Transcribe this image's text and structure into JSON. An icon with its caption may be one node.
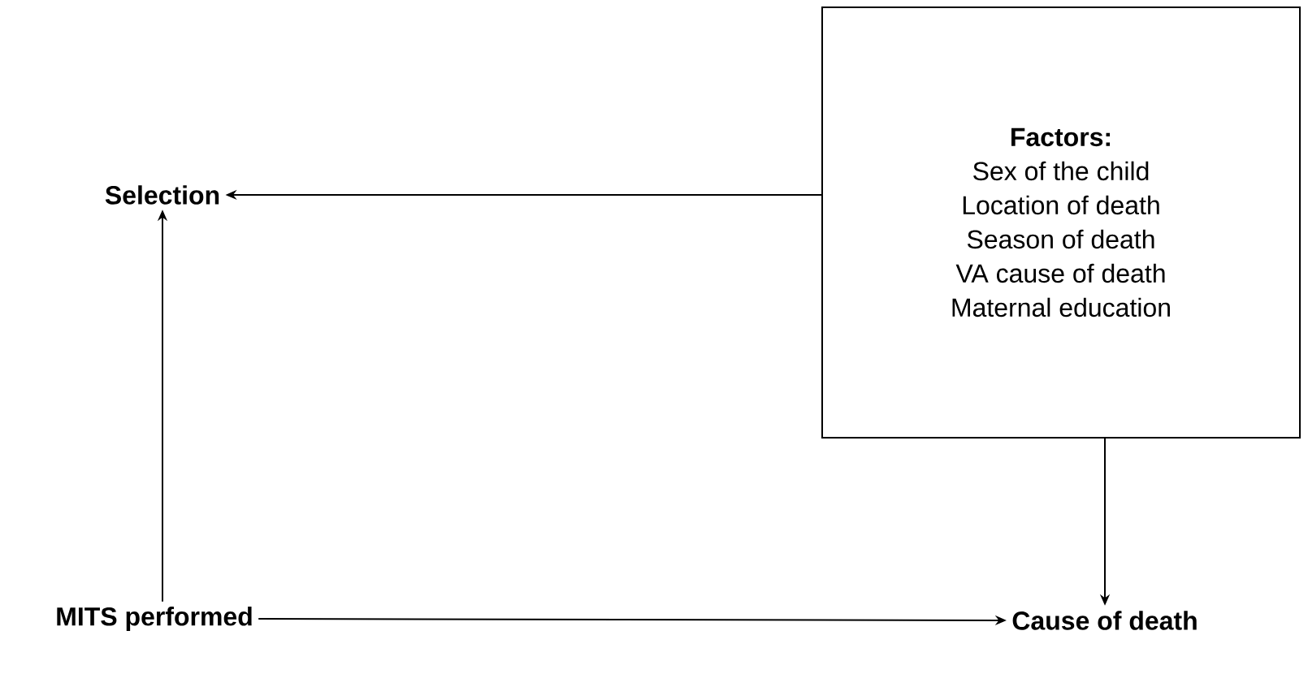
{
  "diagram": {
    "nodes": [
      {
        "text": [
          "Selection"
        ]
      },
      {
        "text": [
          "Factors:",
          "Sex of the child",
          "Location of death",
          "Season of death",
          "VA cause of death",
          "Maternal education"
        ]
      },
      {
        "text": [
          "MITS performed"
        ]
      },
      {
        "text": [
          "Cause of death"
        ]
      }
    ],
    "edges": [
      {
        "from": 1,
        "to": 0,
        "arrow": "to"
      },
      {
        "from": 2,
        "to": 0,
        "arrow": "to"
      },
      {
        "from": 1,
        "to": 3,
        "arrow": "to"
      },
      {
        "from": 2,
        "to": 3,
        "arrow": "to"
      }
    ]
  }
}
